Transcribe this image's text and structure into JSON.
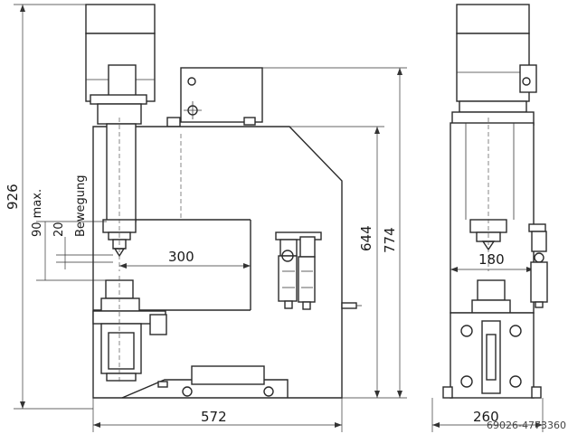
{
  "dimensions": {
    "overall_height": "926",
    "stroke_max": "90 max.",
    "movement_value": "20",
    "movement_label": "Bewegung",
    "throat_depth": "300",
    "frame_height": "644",
    "table_height": "774",
    "width_front": "572",
    "spindle_width": "180",
    "width_side": "260"
  },
  "watermark": "69026-4773360"
}
